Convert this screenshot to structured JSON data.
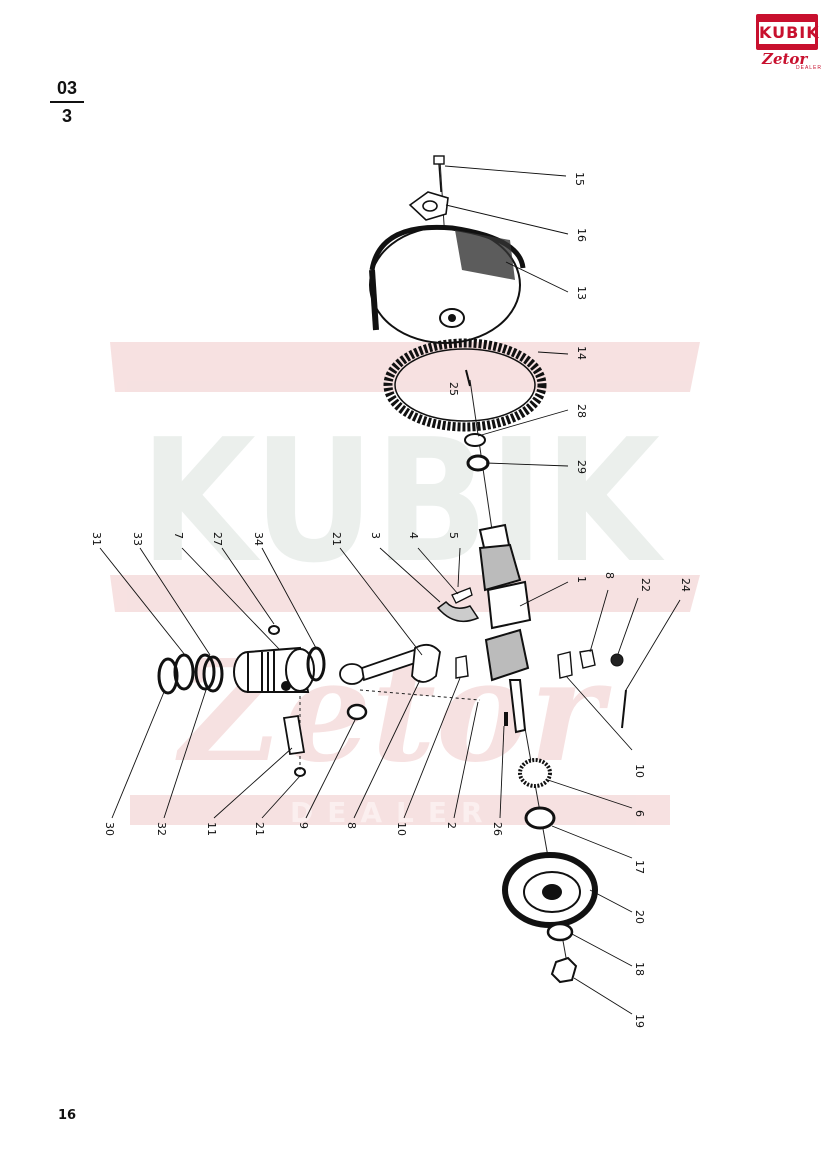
{
  "logo": {
    "word": "KUBIK",
    "brand": "Zetor",
    "tag": "DEALER"
  },
  "section": {
    "top": "03",
    "bottom": "3"
  },
  "page_number": "16",
  "watermark": {
    "word": "KUBIK",
    "brand": "Zetor",
    "tag": "DEALER"
  },
  "colors": {
    "brand_red": "#c8102e",
    "watermark_red": "#f6dede",
    "watermark_grey": "#e9eeeb",
    "ink": "#111111"
  },
  "callouts": [
    {
      "id": "15",
      "label": "15"
    },
    {
      "id": "16",
      "label": "16"
    },
    {
      "id": "13",
      "label": "13"
    },
    {
      "id": "14",
      "label": "14"
    },
    {
      "id": "25",
      "label": "25"
    },
    {
      "id": "28",
      "label": "28"
    },
    {
      "id": "29",
      "label": "29"
    },
    {
      "id": "1",
      "label": "1"
    },
    {
      "id": "5",
      "label": "5"
    },
    {
      "id": "4",
      "label": "4"
    },
    {
      "id": "3",
      "label": "3"
    },
    {
      "id": "21a",
      "label": "21"
    },
    {
      "id": "34",
      "label": "34"
    },
    {
      "id": "27",
      "label": "27"
    },
    {
      "id": "7",
      "label": "7"
    },
    {
      "id": "33",
      "label": "33"
    },
    {
      "id": "31",
      "label": "31"
    },
    {
      "id": "8a",
      "label": "8"
    },
    {
      "id": "22",
      "label": "22"
    },
    {
      "id": "24",
      "label": "24"
    },
    {
      "id": "30",
      "label": "30"
    },
    {
      "id": "32",
      "label": "32"
    },
    {
      "id": "11",
      "label": "11"
    },
    {
      "id": "21b",
      "label": "21"
    },
    {
      "id": "9",
      "label": "9"
    },
    {
      "id": "8b",
      "label": "8"
    },
    {
      "id": "10a",
      "label": "10"
    },
    {
      "id": "2",
      "label": "2"
    },
    {
      "id": "26",
      "label": "26"
    },
    {
      "id": "6",
      "label": "6"
    },
    {
      "id": "10b",
      "label": "10"
    },
    {
      "id": "17",
      "label": "17"
    },
    {
      "id": "20",
      "label": "20"
    },
    {
      "id": "18",
      "label": "18"
    },
    {
      "id": "19",
      "label": "19"
    }
  ]
}
